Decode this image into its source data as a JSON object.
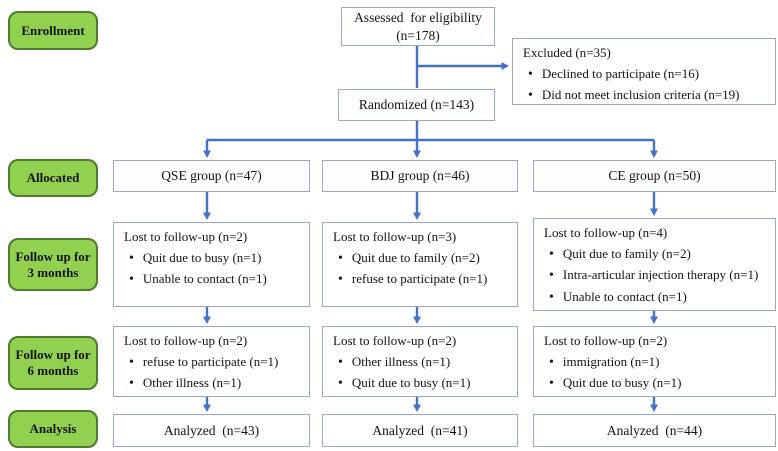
{
  "stages": {
    "enrollment": "Enrollment",
    "allocated": "Allocated",
    "followup3": "Follow up for 3 months",
    "followup6": "Follow up for 6 months",
    "analysis": "Analysis"
  },
  "top": {
    "assessed_line1": "Assessed  for eligibility",
    "assessed_line2": "(n=178)",
    "excluded": {
      "title": "Excluded (n=35)",
      "items": [
        "Declined to participate (n=16)",
        "Did not meet inclusion criteria (n=19)"
      ]
    },
    "randomized": "Randomized (n=143)"
  },
  "columns": [
    {
      "group": "QSE group (n=47)",
      "followup3": {
        "title": "Lost to follow-up (n=2)",
        "items": [
          "Quit due to busy (n=1)",
          "Unable to contact (n=1)"
        ]
      },
      "followup6": {
        "title": "Lost to follow-up (n=2)",
        "items": [
          "refuse to participate (n=1)",
          "Other illness (n=1)"
        ]
      },
      "analyzed": "Analyzed  (n=43)"
    },
    {
      "group": "BDJ group (n=46)",
      "followup3": {
        "title": "Lost to follow-up (n=3)",
        "items": [
          "Quit due to family (n=2)",
          "refuse to participate (n=1)"
        ]
      },
      "followup6": {
        "title": "Lost to follow-up (n=2)",
        "items": [
          "Other illness (n=1)",
          "Quit due to busy (n=1)"
        ]
      },
      "analyzed": "Analyzed  (n=41)"
    },
    {
      "group": "CE group (n=50)",
      "followup3": {
        "title": "Lost to follow-up (n=4)",
        "items": [
          "Quit due to family (n=2)",
          "Intra-articular injection therapy (n=1)",
          "Unable to contact (n=1)"
        ]
      },
      "followup6": {
        "title": "Lost to follow-up (n=2)",
        "items": [
          "immigration (n=1)",
          "Quit due to busy (n=1)"
        ]
      },
      "analyzed": "Analyzed  (n=44)"
    }
  ],
  "colors": {
    "stage_fill": "#92D050",
    "stage_border": "#4F7B2F",
    "box_border": "#96A9C8",
    "arrow_blue": "#4472C4",
    "text": "#141414"
  }
}
